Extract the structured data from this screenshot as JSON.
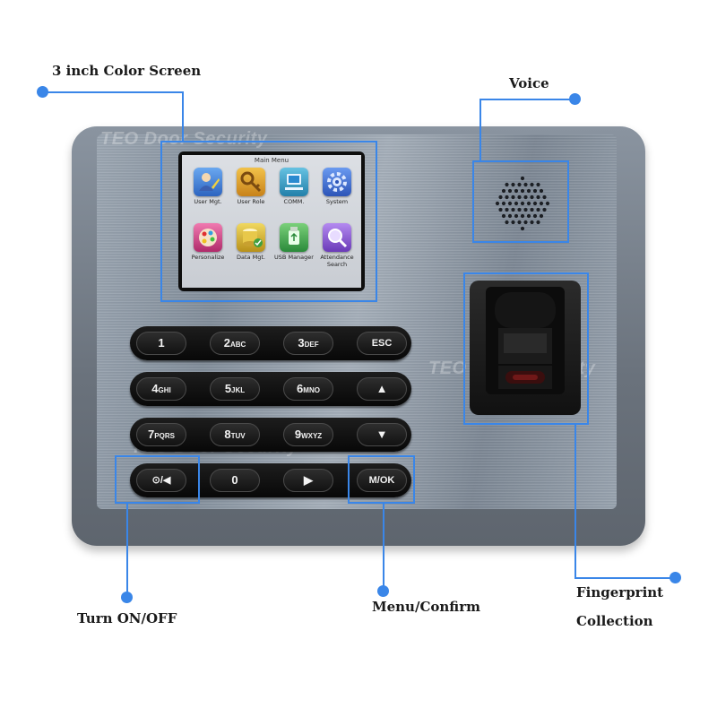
{
  "callouts": {
    "screen": "3 inch Color Screen",
    "voice": "Voice",
    "fingerprint_line1": "Fingerprint",
    "fingerprint_line2": "Collection",
    "power": "Turn ON/OFF",
    "menu": "Menu/Confirm"
  },
  "watermark": "TEO Door Security",
  "lcd": {
    "title": "Main Menu",
    "tiles": [
      {
        "label": "User Mgt.",
        "icon": "user-management-icon",
        "color": "#3d7fd6"
      },
      {
        "label": "User Role",
        "icon": "key-icon",
        "color": "#e0a22a"
      },
      {
        "label": "COMM.",
        "icon": "network-icon",
        "color": "#3aa0c8"
      },
      {
        "label": "System",
        "icon": "gear-icon",
        "color": "#3a6fd0"
      },
      {
        "label": "Personalize",
        "icon": "palette-icon",
        "color": "#d04a8a"
      },
      {
        "label": "Data Mgt.",
        "icon": "database-icon",
        "color": "#d8b83a"
      },
      {
        "label": "USB Manager",
        "icon": "usb-icon",
        "color": "#4aa84a"
      },
      {
        "label": "Attendance Search",
        "icon": "search-icon",
        "color": "#8a5ac8"
      }
    ]
  },
  "keypad": {
    "row1": [
      {
        "main": "1",
        "sub": ""
      },
      {
        "main": "2",
        "sub": "ABC"
      },
      {
        "main": "3",
        "sub": "DEF"
      },
      {
        "main": "ESC",
        "sub": ""
      }
    ],
    "row2": [
      {
        "main": "4",
        "sub": "GHI"
      },
      {
        "main": "5",
        "sub": "JKL"
      },
      {
        "main": "6",
        "sub": "MNO"
      },
      {
        "main": "▲",
        "sub": ""
      }
    ],
    "row3": [
      {
        "main": "7",
        "sub": "PQRS"
      },
      {
        "main": "8",
        "sub": "TUV"
      },
      {
        "main": "9",
        "sub": "WXYZ"
      },
      {
        "main": "▼",
        "sub": ""
      }
    ],
    "row4": [
      {
        "main": "⊙/◀",
        "sub": ""
      },
      {
        "main": "0",
        "sub": ""
      },
      {
        "main": "▶",
        "sub": ""
      },
      {
        "main": "M/OK",
        "sub": ""
      }
    ]
  },
  "colors": {
    "accent": "#3a86e8",
    "body": "#6f7882",
    "keys": "#111111"
  }
}
